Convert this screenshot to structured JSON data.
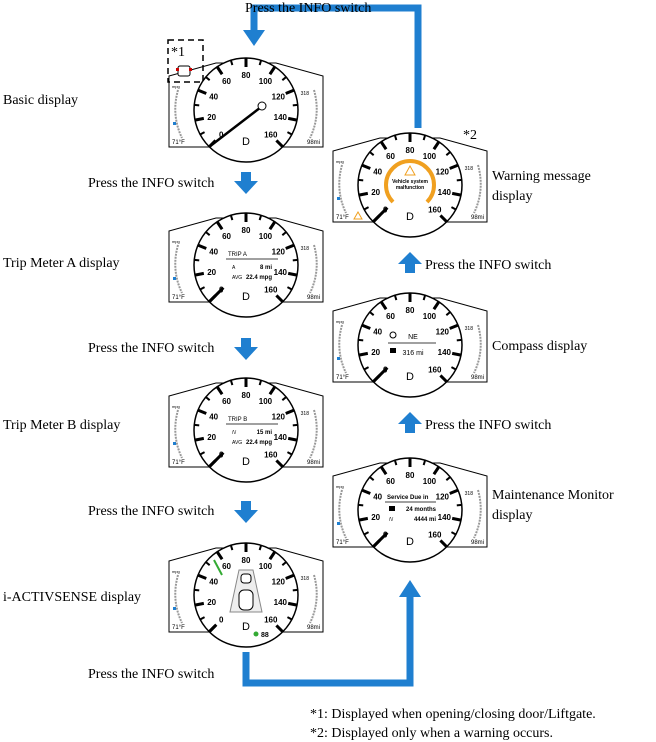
{
  "switch_label": "Press the INFO switch",
  "displays": {
    "basic": {
      "label": "Basic display",
      "lines": []
    },
    "trip_a": {
      "label": "Trip Meter A display",
      "header": "TRIP A",
      "lines": [
        [
          "A",
          "8 mi"
        ],
        [
          "AVG",
          "22.4 mpg"
        ]
      ]
    },
    "trip_b": {
      "label": "Trip Meter B display",
      "header": "TRIP B",
      "lines": [
        [
          "/\\/",
          "15 mi"
        ],
        [
          "AVG",
          "22.4 mpg"
        ]
      ]
    },
    "iactivsense": {
      "label": "i-ACTIVSENSE display",
      "extra": "88"
    },
    "warning": {
      "label1": "Warning message",
      "label2": "display",
      "msg1": "Vehicle system",
      "msg2": "malfunction"
    },
    "compass": {
      "label": "Compass display",
      "heading": "NE",
      "range": "316 mi"
    },
    "maintenance": {
      "label1": "Maintenance Monitor",
      "label2": "display",
      "header": "Service Due in",
      "lines": [
        [
          "",
          "24 months"
        ],
        [
          "/\\/",
          "4444 mi"
        ]
      ]
    }
  },
  "gauge": {
    "ticks": [
      "0",
      "20",
      "40",
      "60",
      "80",
      "100",
      "120",
      "140",
      "160"
    ],
    "gear": "D",
    "temp": "71°F",
    "odo": "98mi",
    "range_top": "318",
    "mpg": "mpg"
  },
  "marks": {
    "note1": "*1",
    "note2": "*2"
  },
  "footnotes": [
    "*1: Displayed when opening/closing door/Liftgate.",
    "*2: Displayed only when a warning occurs."
  ],
  "colors": {
    "arrow": "#1f7fd0",
    "warning": "#f0a020"
  }
}
